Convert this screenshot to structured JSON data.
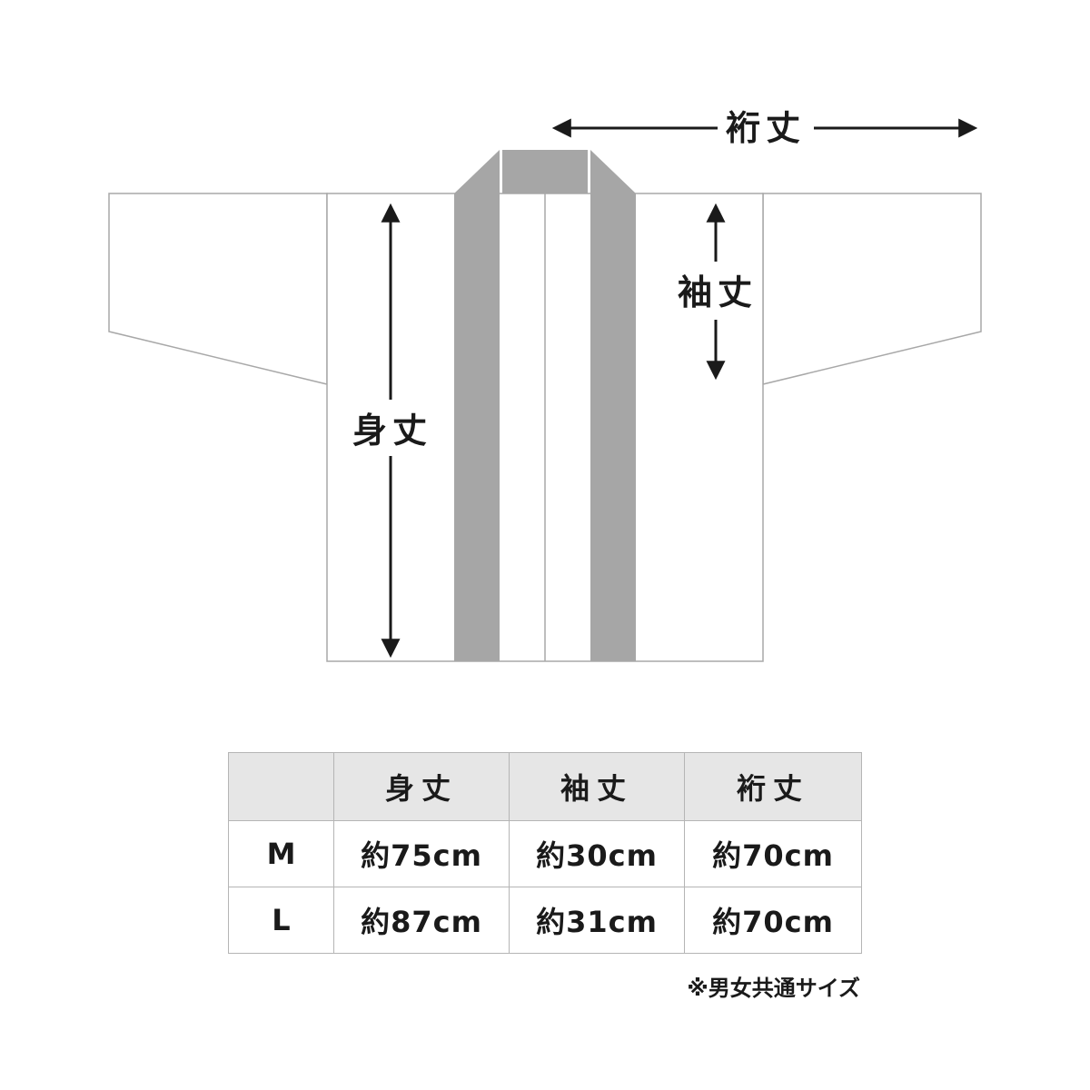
{
  "diagram": {
    "labels": {
      "yukitake": "裄丈",
      "sodetake": "袖丈",
      "mitake": "身丈"
    },
    "colors": {
      "garment_outline": "#a8a8a8",
      "collar": "#a6a6a6",
      "arrow": "#1a1a1a"
    }
  },
  "table": {
    "headers": [
      "",
      "身丈",
      "袖丈",
      "裄丈"
    ],
    "rows": [
      {
        "size": "M",
        "mitake": "約75cm",
        "sodetake": "約30cm",
        "yukitake": "約70cm"
      },
      {
        "size": "L",
        "mitake": "約87cm",
        "sodetake": "約31cm",
        "yukitake": "約70cm"
      }
    ],
    "colors": {
      "header_bg": "#e6e6e6",
      "border": "#b5b5b5"
    }
  },
  "note": "※男女共通サイズ"
}
